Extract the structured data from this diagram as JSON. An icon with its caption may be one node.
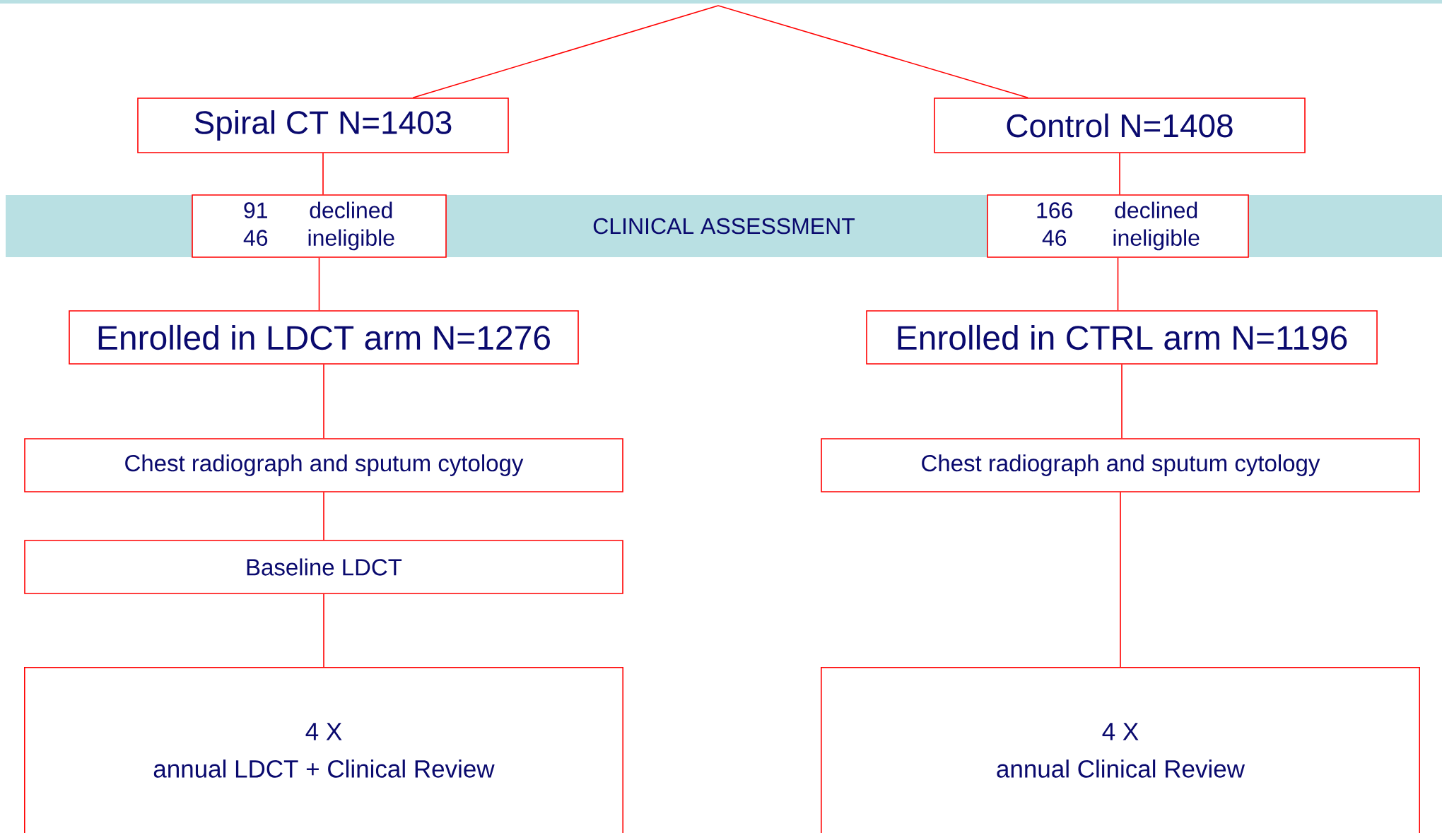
{
  "diagram": {
    "nodes": [
      {
        "text": [
          "Spiral CT N=1403"
        ]
      },
      {
        "text": [
          "Control N=1408"
        ]
      },
      {
        "text": [
          "CLINICAL ASSESSMENT"
        ]
      },
      {
        "text": [
          "91",
          "declined",
          "46",
          "ineligible"
        ],
        "in": 2
      },
      {
        "text": [
          "166",
          "declined",
          "46",
          "ineligible"
        ],
        "in": 2
      },
      {
        "text": [
          "Enrolled in LDCT arm N=1276"
        ]
      },
      {
        "text": [
          "Enrolled in CTRL arm N=1196"
        ]
      },
      {
        "text": [
          "Chest radiograph and sputum cytology"
        ]
      },
      {
        "text": [
          "Chest radiograph and sputum cytology"
        ]
      },
      {
        "text": [
          "Baseline LDCT"
        ]
      },
      {
        "text": [
          "4 X",
          "annual LDCT + Clinical Review"
        ]
      },
      {
        "text": [
          "4 X",
          "annual Clinical Review"
        ]
      }
    ],
    "edges": [
      {
        "from": null,
        "to": 0,
        "arrow": "none"
      },
      {
        "from": null,
        "to": 1,
        "arrow": "none"
      },
      {
        "from": 0,
        "to": 3,
        "arrow": "none"
      },
      {
        "from": 3,
        "to": 5,
        "arrow": "none"
      },
      {
        "from": 5,
        "to": 7,
        "arrow": "none"
      },
      {
        "from": 7,
        "to": 9,
        "arrow": "none"
      },
      {
        "from": 9,
        "to": 10,
        "arrow": "none"
      },
      {
        "from": 1,
        "to": 4,
        "arrow": "none"
      },
      {
        "from": 4,
        "to": 6,
        "arrow": "none"
      },
      {
        "from": 6,
        "to": 8,
        "arrow": "none"
      },
      {
        "from": 8,
        "to": 11,
        "arrow": "none"
      }
    ]
  }
}
